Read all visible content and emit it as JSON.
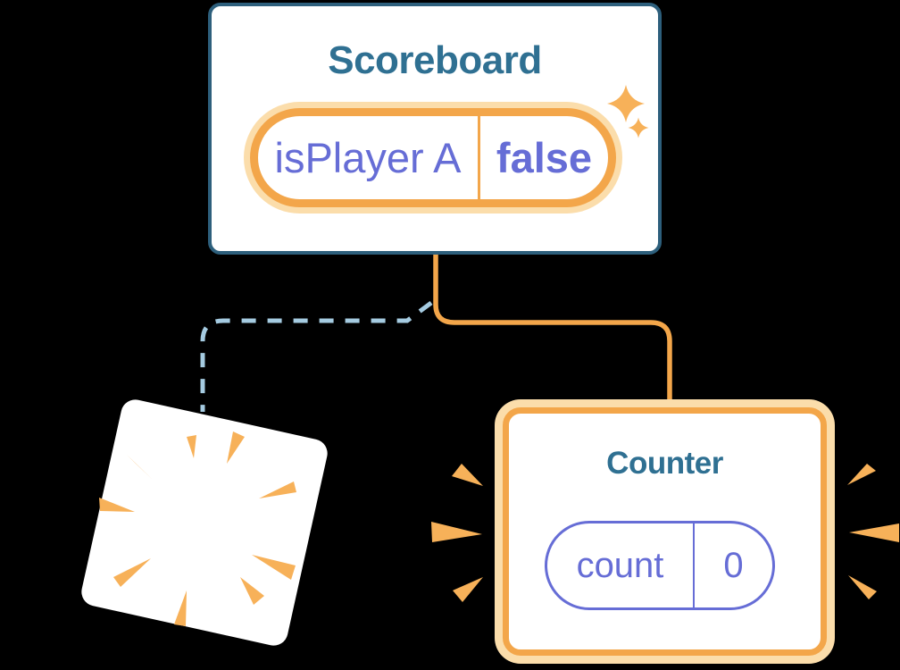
{
  "background": "#000000",
  "colors": {
    "navy": "#2D5F7C",
    "teal": "#2F7092",
    "purple": "#666DD6",
    "orange": "#F3A64A",
    "orange_soft": "#F7B159",
    "orange_pale": "#FBDDAB",
    "dash_blue": "#A5CBE1",
    "card_bg": "#FFFFFF"
  },
  "scoreboard": {
    "title": "Scoreboard",
    "state": {
      "key": "isPlayer A",
      "value": "false"
    }
  },
  "counter": {
    "title": "Counter",
    "state": {
      "key": "count",
      "value": "0"
    }
  },
  "icons": {
    "sparkles": "two four-point stars (new state created)",
    "poof": "burst rays in tilted blank card (component destroyed)",
    "emphasis_rays": "wedge rays highlighting counter card"
  }
}
